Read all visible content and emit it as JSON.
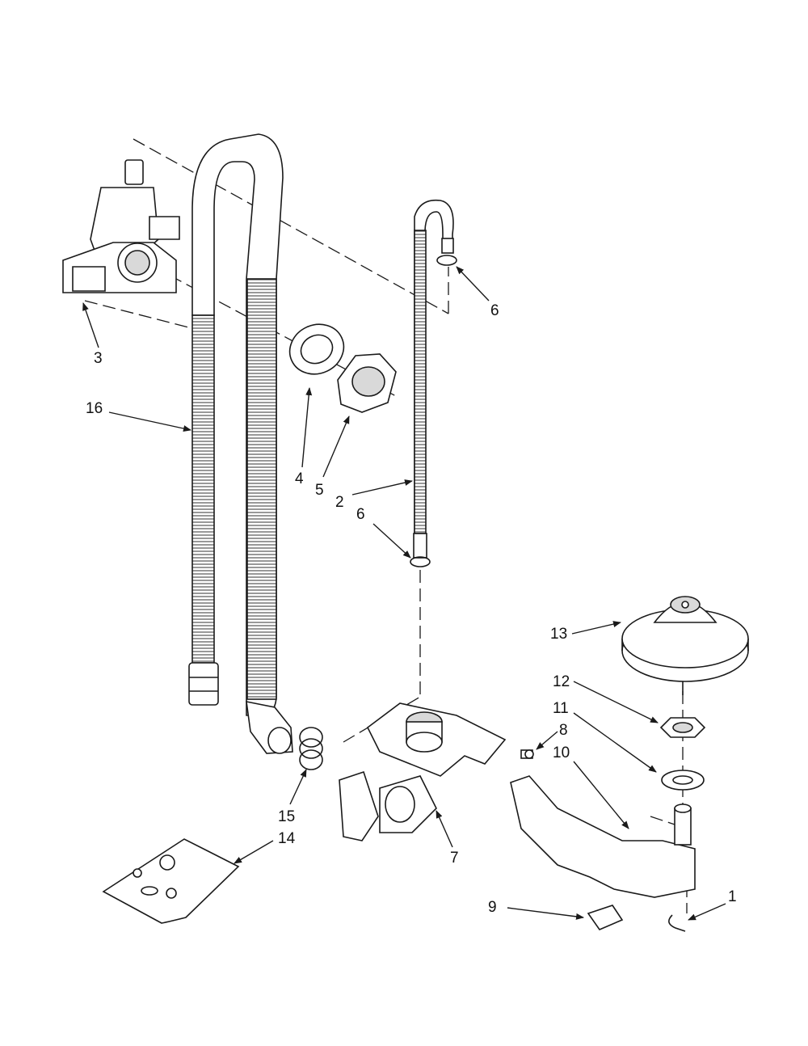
{
  "diagram": {
    "callouts": {
      "c1": "1",
      "c2": "2",
      "c3": "3",
      "c4": "4",
      "c5": "5",
      "c6a": "6",
      "c6b": "6",
      "c7": "7",
      "c8": "8",
      "c9": "9",
      "c10": "10",
      "c11": "11",
      "c12": "12",
      "c13": "13",
      "c14": "14",
      "c15": "15",
      "c16": "16"
    },
    "colors": {
      "line": "#1a1a1a",
      "fill": "#ffffff",
      "shade": "#d9d9d9"
    }
  }
}
